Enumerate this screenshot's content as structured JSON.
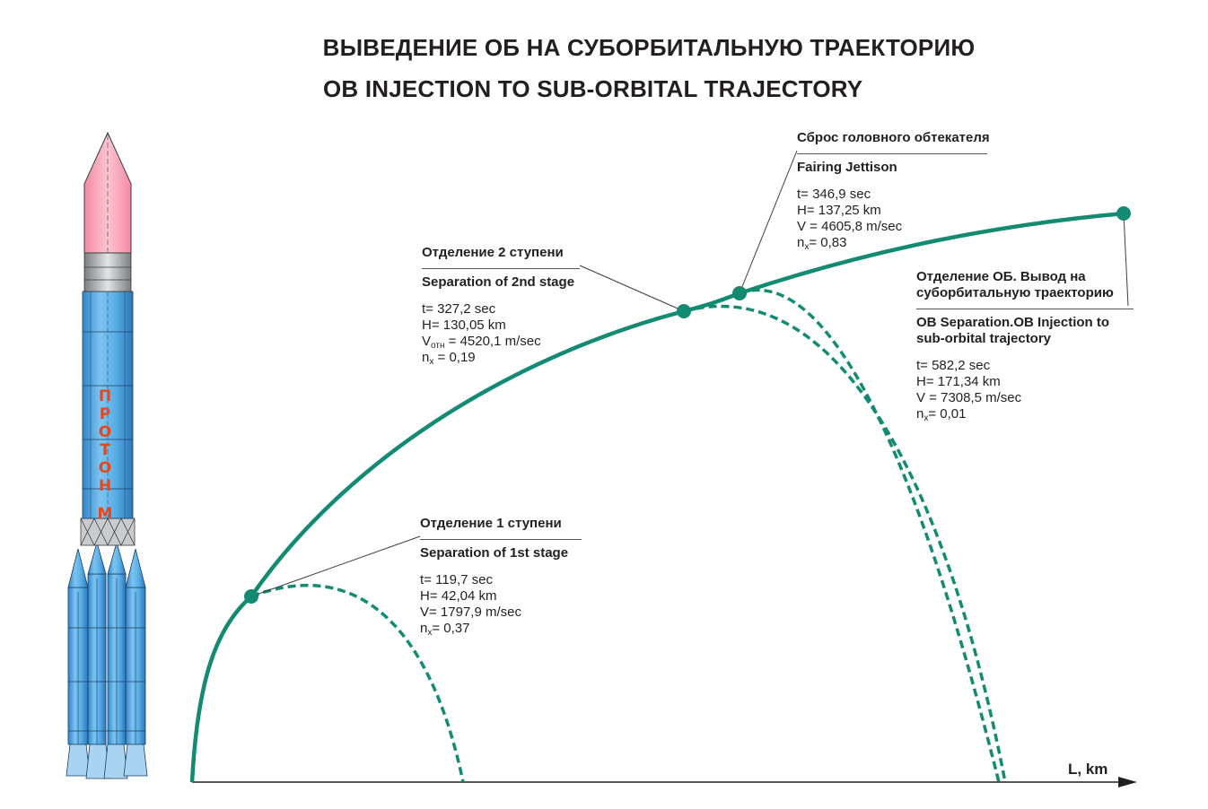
{
  "titles": {
    "ru": "ВЫВЕДЕНИЕ ОБ НА СУБОРБИТАЛЬНУЮ ТРАЕКТОРИЮ",
    "en": "OB INJECTION TO SUB-ORBITAL TRAJECTORY"
  },
  "rocket": {
    "name_letters": [
      "П",
      "Р",
      "О",
      "Т",
      "О",
      "Н"
    ],
    "suffix": "М"
  },
  "axis": {
    "x_label": "L, km"
  },
  "events": {
    "stage1": {
      "ru": "Отделение 1 ступени",
      "en": "Separation of 1st stage",
      "t": "t= 119,7 sec",
      "h": "H= 42,04 km",
      "v": "V= 1797,9 m/sec",
      "n_prefix": "n",
      "n_sub": "x",
      "n_value": "= 0,37"
    },
    "stage2": {
      "ru": "Отделение 2 ступени",
      "en": "Separation of 2nd stage",
      "t": "t= 327,2 sec",
      "h": "H= 130,05 km",
      "v_prefix": "V",
      "v_sub": "отн",
      "v_value": " = 4520,1 m/sec",
      "n_prefix": "n",
      "n_sub": "x",
      "n_value": " = 0,19"
    },
    "fairing": {
      "ru": "Сброс головного обтекателя",
      "en": "Fairing Jettison",
      "t": "t= 346,9 sec",
      "h": "H= 137,25 km",
      "v": "V = 4605,8 m/sec",
      "n_prefix": "n",
      "n_sub": "x",
      "n_value": "= 0,83"
    },
    "ob": {
      "ru_line1": "Отделение ОБ. Вывод на",
      "ru_line2": "суборбитальную траекторию",
      "en_line1": "OB Separation.OB Injection to",
      "en_line2": "sub-orbital trajectory",
      "t": "t= 582,2 sec",
      "h": "H= 171,34 km",
      "v": "V = 7308,5 m/sec",
      "n_prefix": "n",
      "n_sub": "x",
      "n_value": "= 0,01"
    }
  },
  "colors": {
    "trajectory": "#138a72",
    "rocket_body": "#5aaee6",
    "fairing": "#f7a5b8",
    "rocket_label": "#e8471c"
  }
}
